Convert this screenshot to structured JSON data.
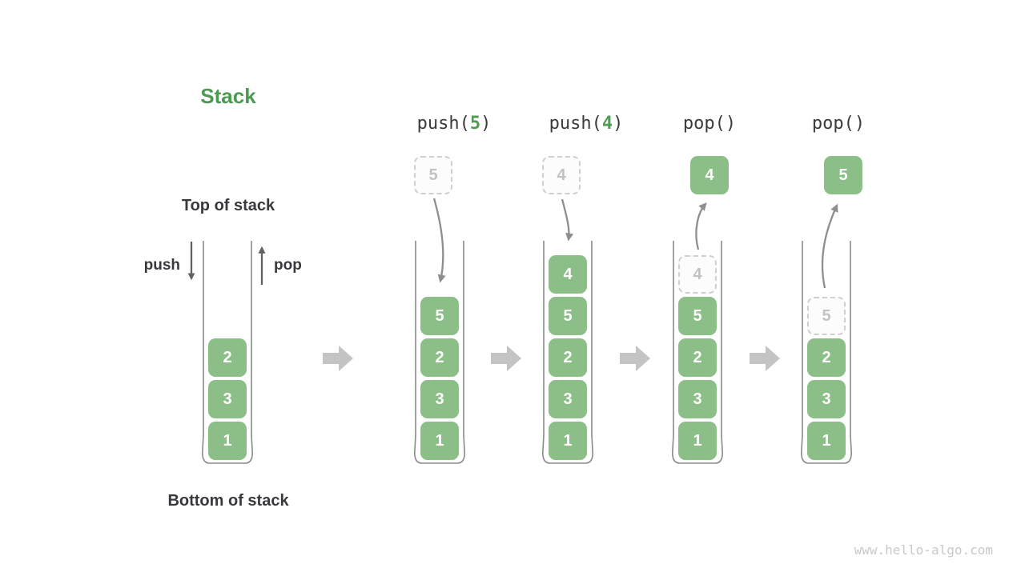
{
  "title": "Stack",
  "watermark": "www.hello-algo.com",
  "legend": {
    "top_of_stack": "Top of stack",
    "bottom_of_stack": "Bottom of stack",
    "push_label": "push",
    "pop_label": "pop"
  },
  "colors": {
    "title_green": "#4C9A52",
    "box_green": "#8CBE87",
    "box_text": "#FFFFFF",
    "label_dark": "#37393C",
    "op_text": "#3B3B3B",
    "op_arg_green": "#4E9B52",
    "vessel_border": "#8A8A8A",
    "curved_arrow_gray": "#8E8E8E",
    "straight_arrow_gray": "#616161",
    "block_arrow_gray": "#C4C4C4",
    "ghost_border_gray": "#CFCFCF",
    "ghost_text_gray": "#C2C2C2",
    "watermark_gray": "#C9C9C9"
  },
  "columns": [
    {
      "stack": [
        "2",
        "3",
        "1"
      ]
    },
    {
      "op_pre": "push(",
      "op_arg": "5",
      "op_post": ")",
      "float": "5",
      "stack": [
        "5",
        "2",
        "3",
        "1"
      ]
    },
    {
      "op_pre": "push(",
      "op_arg": "4",
      "op_post": ")",
      "float": "4",
      "stack": [
        "4",
        "5",
        "2",
        "3",
        "1"
      ]
    },
    {
      "op_pre": "pop()",
      "op_arg": "",
      "op_post": "",
      "float": "4",
      "ghost": "4",
      "stack": [
        "5",
        "2",
        "3",
        "1"
      ]
    },
    {
      "op_pre": "pop()",
      "op_arg": "",
      "op_post": "",
      "float": "5",
      "ghost": "5",
      "stack": [
        "2",
        "3",
        "1"
      ]
    }
  ]
}
